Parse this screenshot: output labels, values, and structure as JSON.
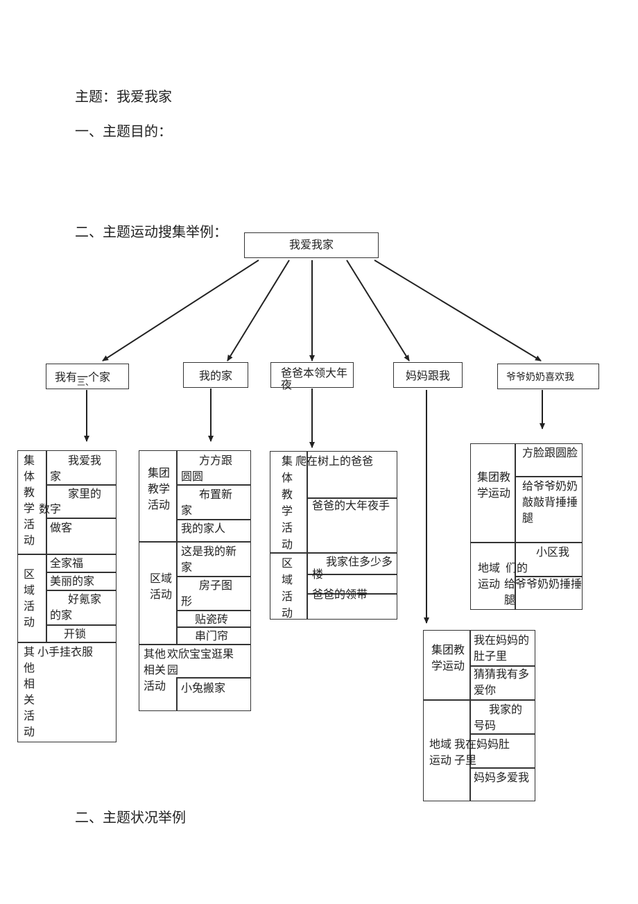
{
  "doc": {
    "title": "主题：我爱我家",
    "s1": "一、主题目的：",
    "s2": "二、主题运动搜集举例：",
    "s3": "二、主题状况举例"
  },
  "root": "我爱我家",
  "branches": {
    "b1": "我有一个家",
    "b1_note": "三、",
    "b2": "我的家",
    "b3": "爸爸本领大年夜",
    "b4": "妈妈跟我",
    "b5": "爷爷奶奶喜欢我"
  },
  "t1": {
    "c1": "集体教学活动",
    "c1_extra": "数字",
    "a1": "我爱我家",
    "a2": "家里的",
    "a3": "做客",
    "c2": "区域活动",
    "a4": "全家福",
    "a5": "美丽的家",
    "a6": "好氪家的家",
    "a7": "开锁",
    "c3": "其他相关活动",
    "a8": "小手挂衣服"
  },
  "t2": {
    "c1": "集团教学活动",
    "a1": "方方跟圆圆",
    "a2": "布置新家",
    "a3": "我的家人",
    "c2": "区域活动",
    "a4": "这是我的新家",
    "a5": "房子图形",
    "a6": "贴瓷砖",
    "a7": "串门帘",
    "c3": "其他相关活动",
    "a8": "欢欣宝宝逛果园",
    "a9": "小兔搬家"
  },
  "t3": {
    "c1": "集体教学活动",
    "a1": "爬在树上的爸爸",
    "a2": "爸爸的大年夜手",
    "c2": "区域活动",
    "a3": "我家住多少多楼",
    "a4": "爸爸的领带"
  },
  "t4": {
    "c1": "集团教学运动",
    "a1": "我在妈妈的肚子里",
    "a2": "猜猜我有多爱你",
    "c2": "地域运动",
    "a3": "我家的号码",
    "a4": "我在妈妈肚子里",
    "a5": "妈妈多爱我"
  },
  "t5": {
    "c1": "集团教学运动",
    "a1": "方脸跟圆脸",
    "a2": "给爷爷奶奶敲敲背捶捶腿",
    "c2": "地域运动",
    "a3": "小区我们的",
    "a4": "给爷爷奶奶捶捶腿"
  }
}
